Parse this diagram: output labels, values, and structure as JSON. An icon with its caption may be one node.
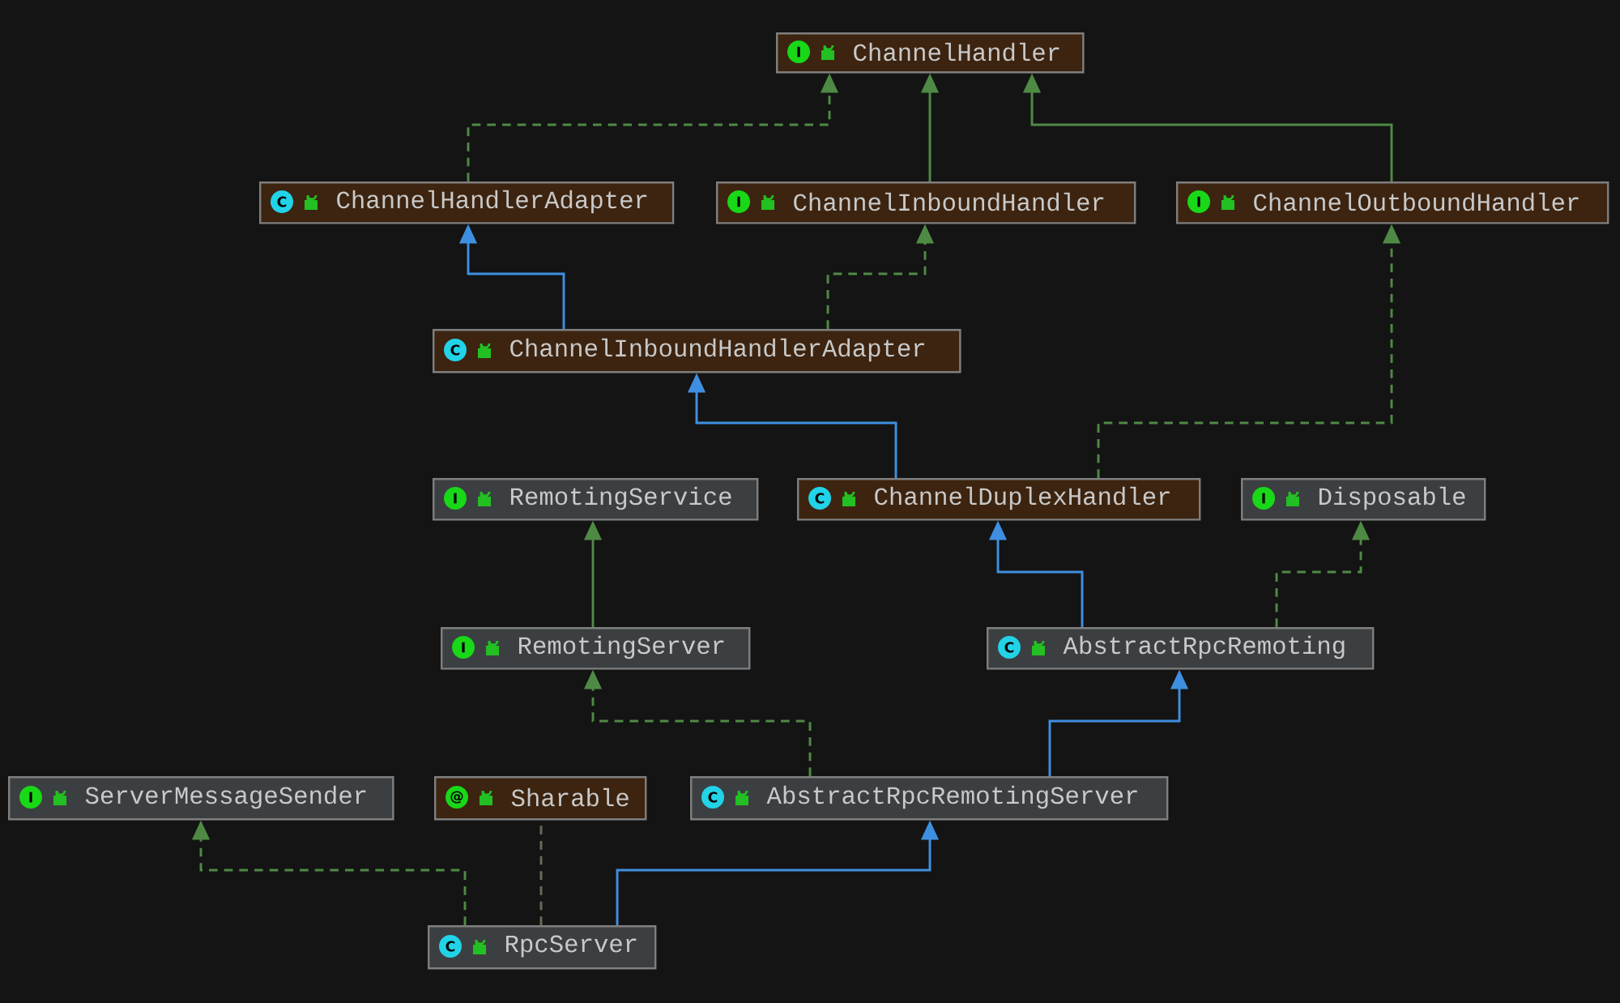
{
  "diagram": {
    "nodes": [
      {
        "text": [
          "I",
          "ChannelHandler"
        ]
      },
      {
        "text": [
          "C",
          "ChannelHandlerAdapter"
        ]
      },
      {
        "text": [
          "I",
          "ChannelInboundHandler"
        ]
      },
      {
        "text": [
          "I",
          "ChannelOutboundHandler"
        ]
      },
      {
        "text": [
          "C",
          "ChannelInboundHandlerAdapter"
        ]
      },
      {
        "text": [
          "I",
          "RemotingService"
        ]
      },
      {
        "text": [
          "C",
          "ChannelDuplexHandler"
        ]
      },
      {
        "text": [
          "I",
          "Disposable"
        ]
      },
      {
        "text": [
          "I",
          "RemotingServer"
        ]
      },
      {
        "text": [
          "C",
          "AbstractRpcRemoting"
        ]
      },
      {
        "text": [
          "I",
          "ServerMessageSender"
        ]
      },
      {
        "text": [
          "@",
          "Sharable"
        ]
      },
      {
        "text": [
          "C",
          "AbstractRpcRemotingServer"
        ]
      },
      {
        "text": [
          "C",
          "RpcServer"
        ]
      }
    ],
    "edges": [
      {
        "from": 1,
        "to": 0,
        "arrow": "to",
        "style": "dashed"
      },
      {
        "from": 2,
        "to": 0,
        "arrow": "to"
      },
      {
        "from": 3,
        "to": 0,
        "arrow": "to"
      },
      {
        "from": 4,
        "to": 1,
        "arrow": "to",
        "color": "#3f8fe0"
      },
      {
        "from": 4,
        "to": 2,
        "arrow": "to",
        "style": "dashed"
      },
      {
        "from": 6,
        "to": 4,
        "arrow": "to",
        "color": "#3f8fe0"
      },
      {
        "from": 6,
        "to": 3,
        "arrow": "to",
        "style": "dashed"
      },
      {
        "from": 8,
        "to": 5,
        "arrow": "to"
      },
      {
        "from": 9,
        "to": 6,
        "arrow": "to",
        "color": "#3f8fe0"
      },
      {
        "from": 9,
        "to": 7,
        "arrow": "to",
        "style": "dashed"
      },
      {
        "from": 12,
        "to": 8,
        "arrow": "to",
        "style": "dashed"
      },
      {
        "from": 12,
        "to": 9,
        "arrow": "to",
        "color": "#3f8fe0"
      },
      {
        "from": 13,
        "to": 10,
        "arrow": "to",
        "style": "dashed"
      },
      {
        "from": 13,
        "to": 12,
        "arrow": "to",
        "color": "#3f8fe0"
      },
      {
        "from": 13,
        "to": 11,
        "arrow": "none",
        "style": "dashed",
        "color": "#6e6a58"
      }
    ]
  }
}
